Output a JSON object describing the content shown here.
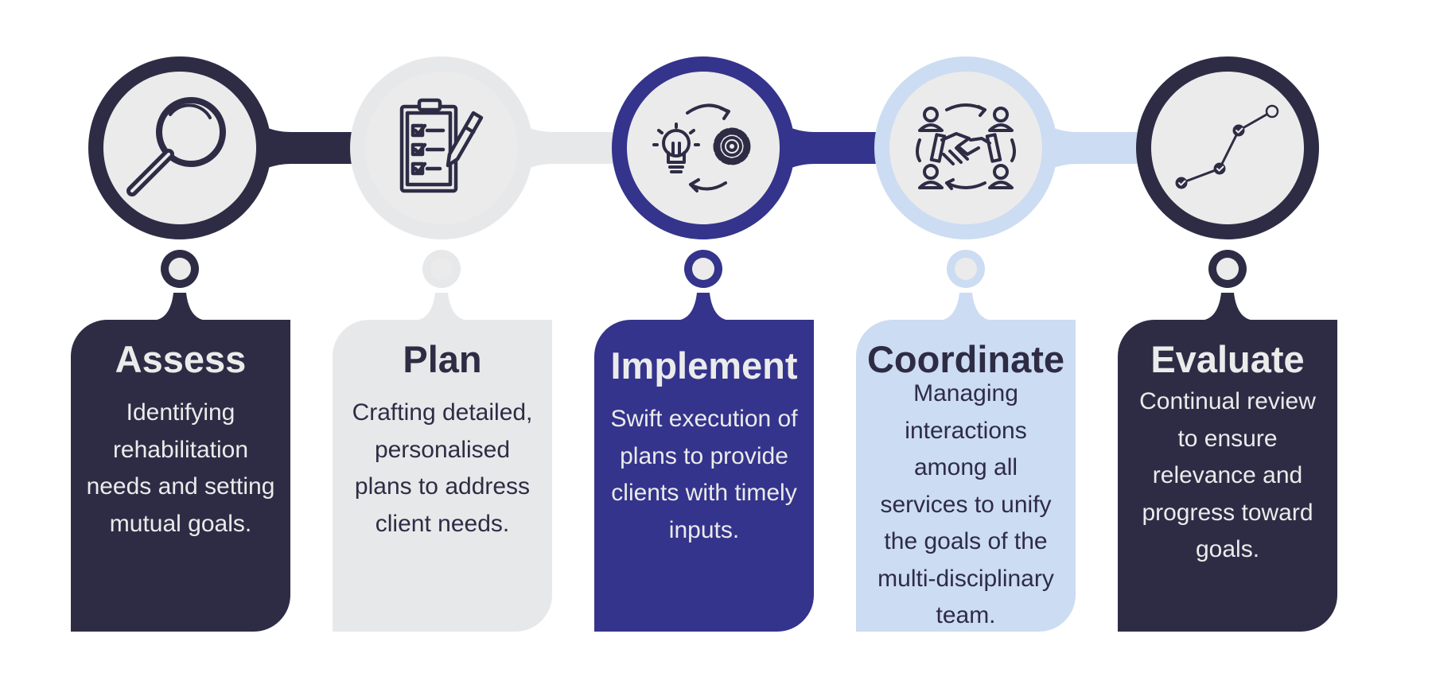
{
  "steps": [
    {
      "title": "Assess",
      "description": "Identifying rehabilitation needs and setting mutual goals.",
      "icon": "magnifying-glass-icon",
      "bg": "#2e2c45",
      "text": "#ebebeb"
    },
    {
      "title": "Plan",
      "description": "Crafting detailed, personalised plans to address client needs.",
      "icon": "checklist-clipboard-icon",
      "bg": "#e7e8e9",
      "text": "#2e2c45"
    },
    {
      "title": "Implement",
      "description": "Swift execution of plans to provide clients with timely inputs.",
      "icon": "lightbulb-gear-cycle-icon",
      "bg": "#34348c",
      "text": "#ebebeb"
    },
    {
      "title": "Coordinate",
      "description": "Managing interactions among all services to unify the goals of the multi-disciplinary team.",
      "icon": "team-handshake-icon",
      "bg": "#ccdcf2",
      "text": "#2e2c45"
    },
    {
      "title": "Evaluate",
      "description": "Continual review to ensure relevance and progress toward goals.",
      "icon": "progress-line-chart-icon",
      "bg": "#2e2c45",
      "text": "#ebebeb"
    }
  ],
  "colors": {
    "icon_face": "#ebebeb",
    "icon_stroke": "#2e2c45"
  }
}
